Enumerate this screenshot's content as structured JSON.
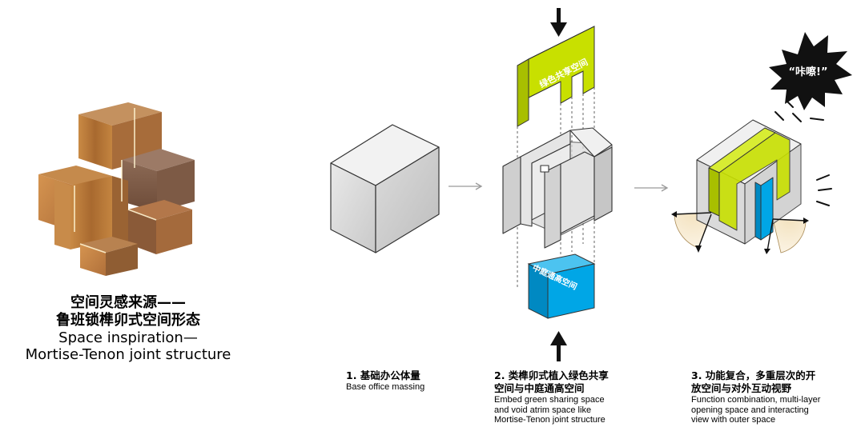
{
  "inspiration": {
    "title_cn_line1": "空间灵感来源——",
    "title_cn_line2": "鲁班锁榫卯式空间形态",
    "title_en_line1": "Space inspiration—",
    "title_en_line2": "Mortise-Tenon joint structure"
  },
  "labels": {
    "green_block": "绿色共享空间",
    "blue_block": "中庭通高空间",
    "burst": "“咔嚓!”"
  },
  "steps": [
    {
      "title": "1. 基础办公体量",
      "desc": [
        "Base office massing"
      ]
    },
    {
      "title_lines": [
        "2. 类榫卯式植入绿色共享",
        "空间与中庭通高空间"
      ],
      "desc": [
        "Embed green sharing space",
        "and void atrim space like",
        "Mortise-Tenon joint structure"
      ]
    },
    {
      "title_lines": [
        "3. 功能复合，多重层次的开",
        "放空间与对外互动视野"
      ],
      "desc": [
        "Function combination, multi-layer",
        "opening space and interacting",
        "view with outer space"
      ]
    }
  ],
  "colors": {
    "green": "#c8e000",
    "blue": "#00a6e6",
    "wood": "#b87a3c",
    "grey_face": "#d9d9d9",
    "burst": "#111111"
  }
}
